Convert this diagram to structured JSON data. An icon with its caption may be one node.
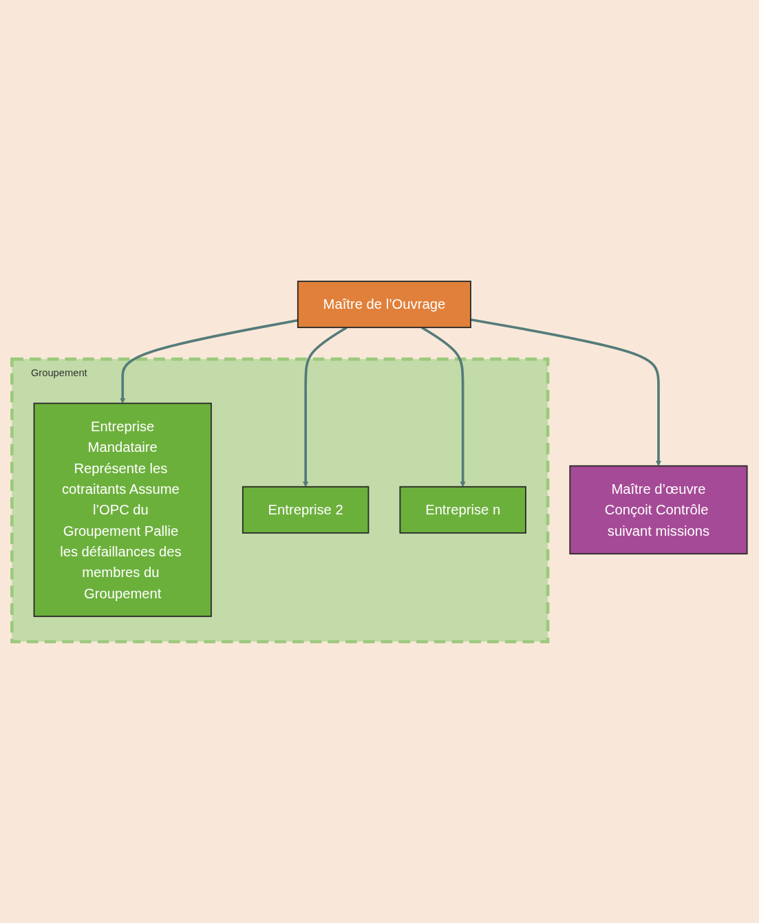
{
  "diagram": {
    "nodes": [
      {
        "text": [
          "Maître de l’Ouvrage"
        ]
      },
      {
        "text": [
          "Maître d’œuvre",
          "Conçoit Contrôle suivant missions"
        ]
      },
      {
        "text": [
          "Groupement"
        ]
      },
      {
        "text": [
          "Entreprise",
          "Mandataire",
          "Représente les cotraitants Assume l’OPC du Groupement Pallie les défaillances des membres du Groupement"
        ],
        "in": 2
      },
      {
        "text": [
          "Entreprise 2"
        ],
        "in": 2
      },
      {
        "text": [
          "Entreprise n"
        ],
        "in": 2
      }
    ],
    "edges": [
      {
        "from": 0,
        "to": 1,
        "arrow": "to"
      },
      {
        "from": 0,
        "to": 3,
        "arrow": "to"
      },
      {
        "from": 0,
        "to": 4,
        "arrow": "to"
      },
      {
        "from": 0,
        "to": 5,
        "arrow": "to"
      }
    ]
  }
}
